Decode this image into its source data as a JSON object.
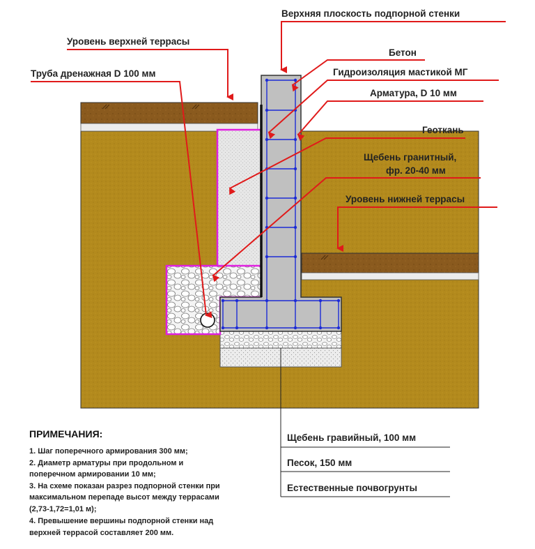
{
  "labels": {
    "top_plane": "Верхняя плоскость подпорной стенки",
    "upper_terrace": "Уровень верхней террасы",
    "concrete": "Бетон",
    "waterproofing": "Гидроизоляция мастикой МГ",
    "drain_pipe": "Труба дренажная D 100 мм",
    "rebar": "Арматура, D 10 мм",
    "geotextile": "Геоткань",
    "granite_line1": "Щебень гранитный,",
    "granite_line2": "фр. 20-40 мм",
    "lower_terrace": "Уровень нижней террасы"
  },
  "layers": {
    "gravel": "Щебень гравийный, 100 мм",
    "sand": "Песок, 150 мм",
    "soil": "Естественные почвогрунты"
  },
  "notes": {
    "title": "ПРИМЕЧАНИЯ:",
    "lines": [
      "1. Шаг поперечного армирования 300 мм;",
      "2. Диаметр арматуры при продольном и",
      "поперечном армировании 10 мм;",
      "3. На схеме показан разрез подпорной стенки при",
      "максимальном перепаде высот между террасами",
      "(2,73-1,72=1,01 м);",
      "4. Превышение вершины подпорной стенки над",
      "верхней террасой составляет 200 мм."
    ]
  },
  "colors": {
    "soil": "#b38a1d",
    "topsoil": "#8a5a1e",
    "concrete": "#c0c0c0",
    "geotextile": "#e020e0",
    "rebar": "#1c2bd6",
    "leader": "#e01a1a"
  }
}
